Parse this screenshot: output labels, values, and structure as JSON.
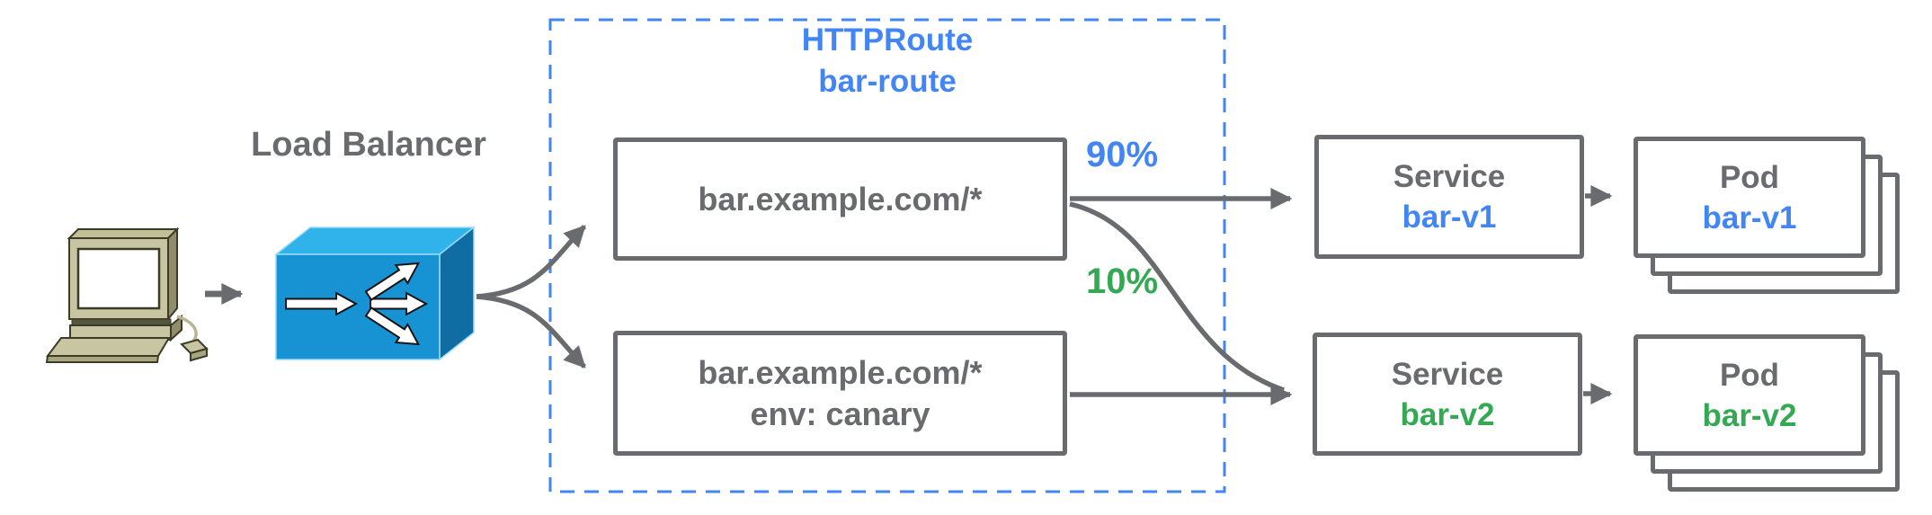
{
  "load_balancer": {
    "label": "Load Balancer"
  },
  "httproute": {
    "kind": "HTTPRoute",
    "name": "bar-route"
  },
  "routes": [
    {
      "line1": "bar.example.com/*",
      "line2": ""
    },
    {
      "line1": "bar.example.com/*",
      "line2": "env: canary"
    }
  ],
  "weights": [
    {
      "label": "90%",
      "color": "#4285f4",
      "target": "bar-v1"
    },
    {
      "label": "10%",
      "color": "#34a853",
      "target": "bar-v2"
    }
  ],
  "services": [
    {
      "kind": "Service",
      "name": "bar-v1",
      "color": "#4285f4"
    },
    {
      "kind": "Service",
      "name": "bar-v2",
      "color": "#34a853"
    }
  ],
  "pods": [
    {
      "kind": "Pod",
      "name": "bar-v1",
      "color": "#4285f4"
    },
    {
      "kind": "Pod",
      "name": "bar-v2",
      "color": "#34a853"
    }
  ],
  "icons": {
    "client": "computer-icon",
    "load_balancer": "load-balancer-icon"
  },
  "colors": {
    "diagram_gray": "#6a6b6e",
    "accent_blue": "#4285f4",
    "accent_green": "#34a853",
    "lb_front": "#1793d4",
    "lb_top": "#2fb3ea",
    "lb_side": "#0f6da4"
  }
}
